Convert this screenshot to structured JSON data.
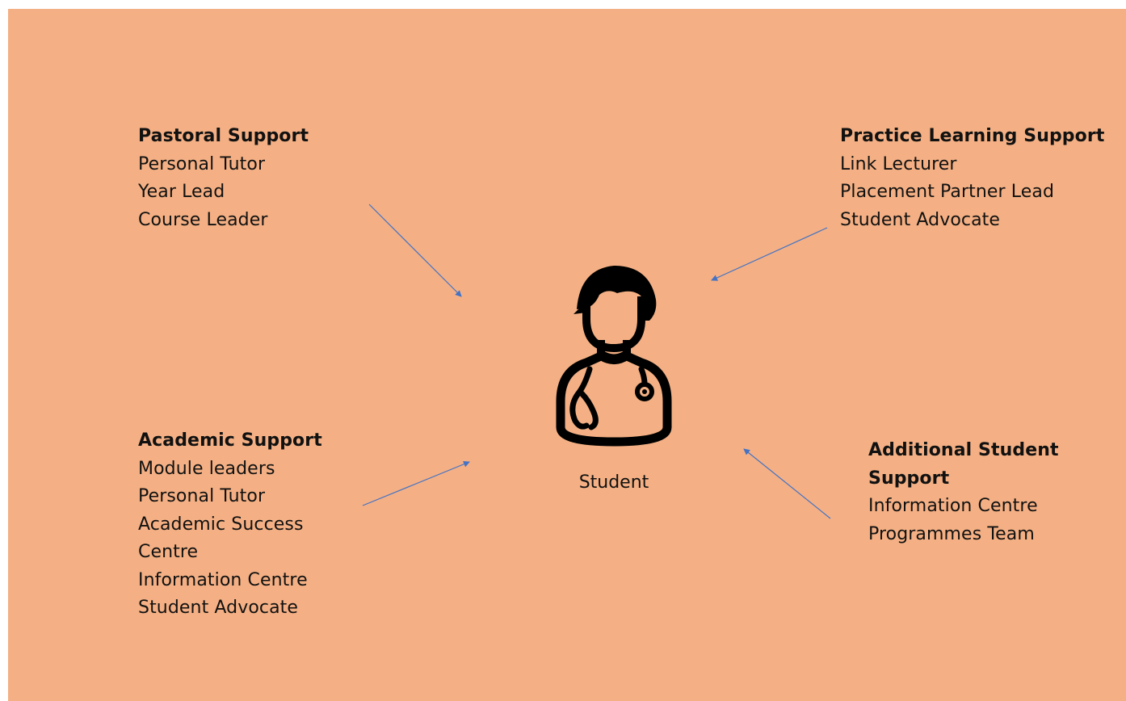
{
  "diagram": {
    "center": {
      "label": "Student",
      "icon": "doctor-with-stethoscope-icon"
    },
    "groups": {
      "pastoral": {
        "heading": "Pastoral Support",
        "items": [
          "Personal Tutor",
          "Year Lead",
          "Course Leader"
        ]
      },
      "practice": {
        "heading": "Practice Learning Support",
        "items": [
          "Link Lecturer",
          "Placement Partner Lead",
          "Student Advocate"
        ]
      },
      "academic": {
        "heading": "Academic Support",
        "items": [
          "Module leaders",
          "Personal Tutor",
          "Academic Success Centre",
          "Information Centre",
          "Student Advocate"
        ]
      },
      "additional": {
        "heading": "Additional Student Support",
        "items": [
          "Information Centre",
          "Programmes Team"
        ]
      }
    }
  },
  "colors": {
    "background": "#f4b084",
    "arrow": "#4472c4",
    "text": "#111111"
  }
}
